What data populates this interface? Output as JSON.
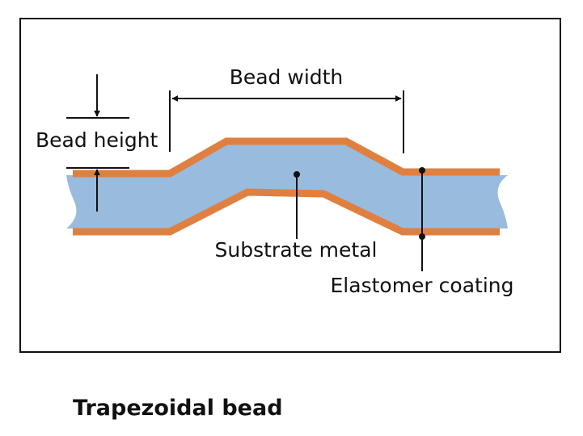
{
  "labels": {
    "bead_width": "Bead width",
    "bead_height": "Bead height",
    "substrate": "Substrate metal",
    "coating": "Elastomer coating"
  },
  "caption": "Trapezoidal bead",
  "colors": {
    "substrate": "#99bbdd",
    "coating": "#e08040",
    "ink": "#111111"
  }
}
